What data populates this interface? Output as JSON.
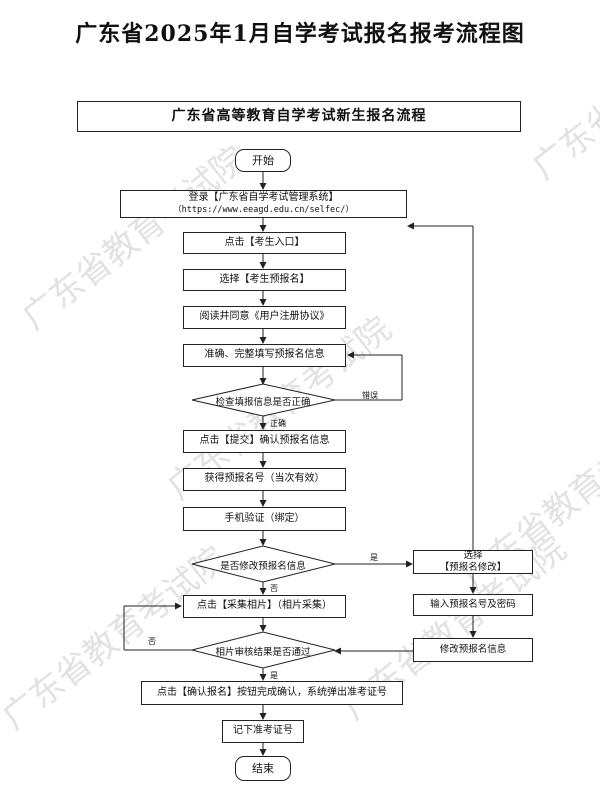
{
  "title": "广东省2025年1月自学考试报名报考流程图",
  "watermark": "广东省教育考试院",
  "flow": {
    "header": "广东省高等教育自学考试新生报名流程",
    "start": "开始",
    "login_line1": "登录【广东省自学考试管理系统】",
    "login_line2": "（https://www.eeagd.edu.cn/selfec/）",
    "click_entry": "点击【考生入口】",
    "select_prereg": "选择【考生预报名】",
    "read_agree": "阅读并同意《用户注册协议》",
    "fill_info": "准确、完整填写预报名信息",
    "check_info": "检查填报信息是否正确",
    "label_error": "错误",
    "label_correct": "正确",
    "submit": "点击【提交】确认预报名信息",
    "get_number": "获得预报名号（当次有效）",
    "phone_verify": "手机验证（绑定）",
    "modify_q": "是否修改预报名信息",
    "label_yes1": "是",
    "label_no1": "否",
    "select_modify_line1": "选择",
    "select_modify_line2": "【预报名修改】",
    "input_number": "输入预报名号及密码",
    "modify_info": "修改预报名信息",
    "collect_photo": "点击【采集相片】（相片采集）",
    "photo_review_q": "相片审核结果是否通过",
    "label_no2": "否",
    "label_yes2": "是",
    "confirm": "点击【确认报名】按钮完成确认，系统弹出准考证号",
    "record_number": "记下准考证号",
    "end": "结束"
  }
}
